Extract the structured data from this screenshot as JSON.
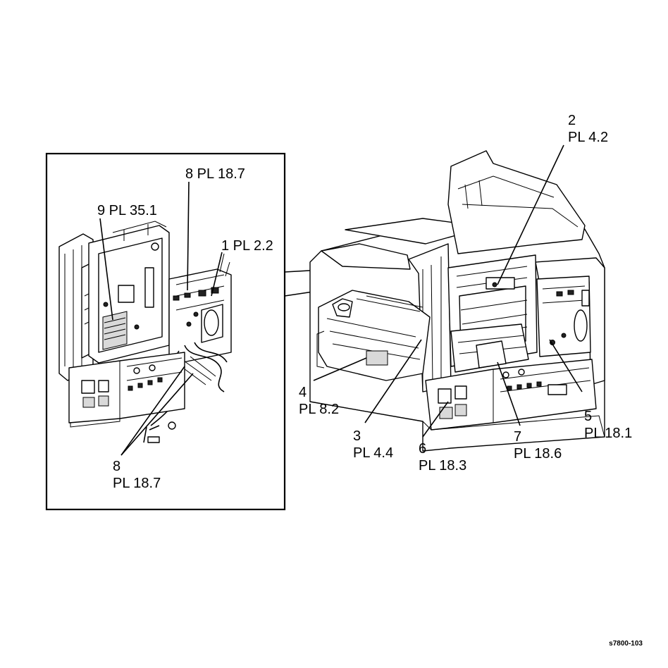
{
  "callouts": [
    {
      "id": "c1",
      "lines": [
        "1 PL 2.2"
      ]
    },
    {
      "id": "c2",
      "lines": [
        "2",
        "PL 4.2"
      ]
    },
    {
      "id": "c3",
      "lines": [
        "3",
        "PL 4.4"
      ]
    },
    {
      "id": "c4",
      "lines": [
        "4",
        "PL 8.2"
      ]
    },
    {
      "id": "c5",
      "lines": [
        "5",
        "PL 18.1"
      ]
    },
    {
      "id": "c6",
      "lines": [
        "6",
        "PL 18.3"
      ]
    },
    {
      "id": "c7",
      "lines": [
        "7",
        "PL 18.6"
      ]
    },
    {
      "id": "c8a",
      "lines": [
        "8 PL 18.7"
      ]
    },
    {
      "id": "c8b",
      "lines": [
        "8",
        "PL 18.7"
      ]
    },
    {
      "id": "c9",
      "lines": [
        "9 PL 35.1"
      ]
    }
  ],
  "figure_id": "s7800-103"
}
